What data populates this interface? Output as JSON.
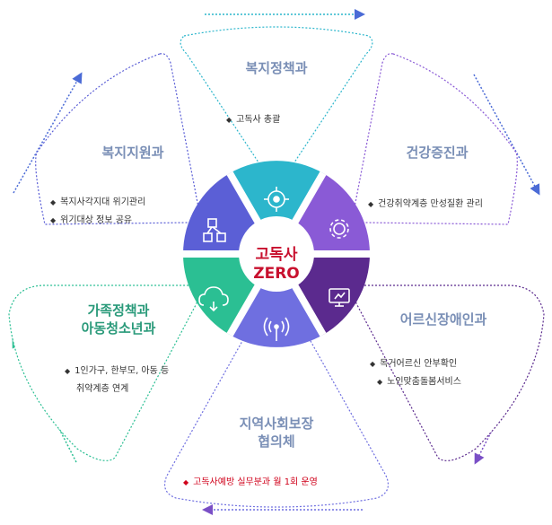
{
  "center": {
    "line1": "고독사",
    "line2": "ZERO"
  },
  "segments": [
    {
      "key": "top",
      "title_lines": [
        "복지정책과"
      ],
      "color": "#2cb6cc",
      "title_color": "#7a8fb6",
      "icon": "target-icon",
      "bullets": [
        "고독사 총괄"
      ],
      "bullet_color": "#333333"
    },
    {
      "key": "top-right",
      "title_lines": [
        "건강증진과"
      ],
      "color": "#8a5ad6",
      "title_color": "#7a8fb6",
      "icon": "gear-icon",
      "bullets": [
        "건강취약계층 만성질환 관리"
      ],
      "bullet_color": "#333333"
    },
    {
      "key": "bottom-right",
      "title_lines": [
        "어르신장애인과"
      ],
      "color": "#5b2a8e",
      "title_color": "#7a8fb6",
      "icon": "monitor-icon",
      "bullets": [
        "독거어르신 안부확인",
        "노인맞춤돌봄서비스"
      ],
      "bullet_color": "#333333"
    },
    {
      "key": "bottom",
      "title_lines": [
        "지역사회보장",
        "협의체"
      ],
      "color": "#6f6fe0",
      "title_color": "#7a8fb6",
      "icon": "signal-icon",
      "bullets": [
        "고독사예방 실무분과 월 1회 운영"
      ],
      "bullet_color": "#d0021b"
    },
    {
      "key": "bottom-left",
      "title_lines": [
        "가족정책과",
        "아동청소년과"
      ],
      "color": "#2bbf93",
      "title_color": "#2a9a7a",
      "icon": "cloud-icon",
      "bullets": [
        "1인가구, 한부모, 아동 등",
        "취약계층 연계"
      ],
      "bullet_color": "#333333"
    },
    {
      "key": "top-left",
      "title_lines": [
        "복지지원과"
      ],
      "color": "#5b5fd6",
      "title_color": "#7a8fb6",
      "icon": "network-icon",
      "bullets": [
        "복지사각지대 위기관리",
        "위기대상 정보 공유"
      ],
      "bullet_color": "#333333"
    }
  ]
}
